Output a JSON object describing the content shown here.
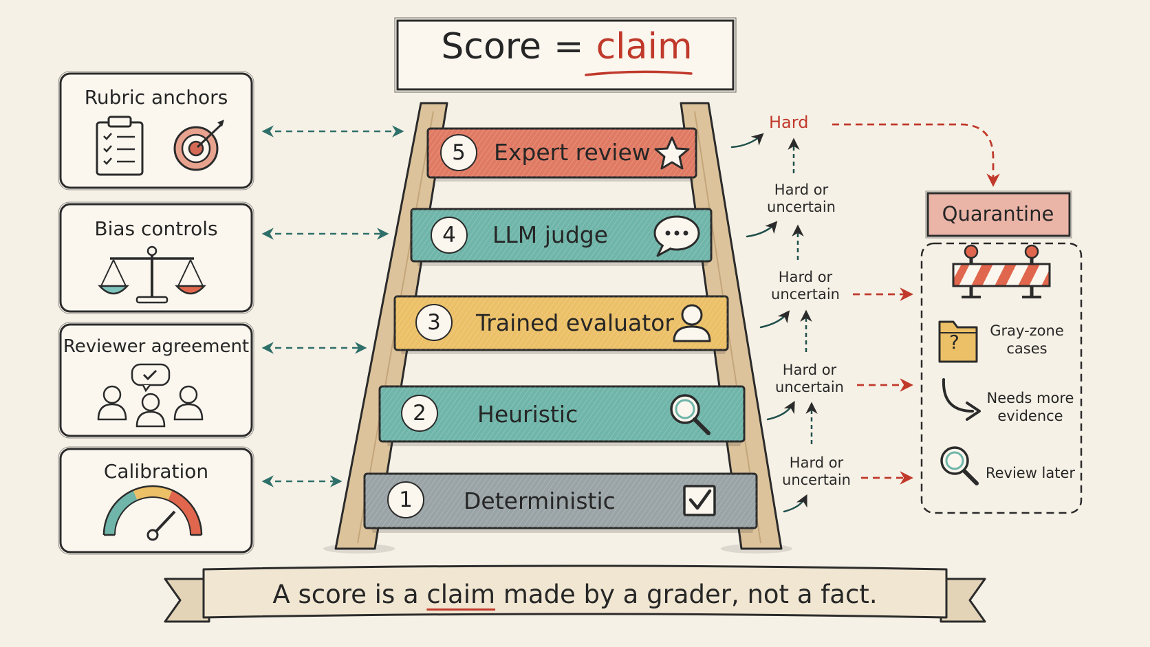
{
  "title": {
    "lhs": "Score",
    "equals": "=",
    "rhs": "claim"
  },
  "left_panel": [
    {
      "title": "Rubric anchors",
      "icons": [
        "clipboard-checklist-icon",
        "target-dart-icon"
      ]
    },
    {
      "title": "Bias controls",
      "icons": [
        "balance-scale-icon"
      ]
    },
    {
      "title": "Reviewer agreement",
      "icons": [
        "reviewers-consensus-icon"
      ]
    },
    {
      "title": "Calibration",
      "icons": [
        "gauge-icon"
      ]
    }
  ],
  "ladder": {
    "rungs": [
      {
        "number": "5",
        "label": "Expert review",
        "icon": "star-icon",
        "color": "#e07a63"
      },
      {
        "number": "4",
        "label": "LLM judge",
        "icon": "speech-bubble-icon",
        "color": "#6fb5a9"
      },
      {
        "number": "3",
        "label": "Trained evaluator",
        "icon": "person-icon",
        "color": "#ecc067"
      },
      {
        "number": "2",
        "label": "Heuristic",
        "icon": "magnifier-icon",
        "color": "#6fb5a9"
      },
      {
        "number": "1",
        "label": "Deterministic",
        "icon": "checkbox-icon",
        "color": "#9aa3a6"
      }
    ]
  },
  "escalation": {
    "top_label": "Hard",
    "step_labels": [
      {
        "line1": "Hard or",
        "line2": "uncertain"
      },
      {
        "line1": "Hard or",
        "line2": "uncertain"
      },
      {
        "line1": "Hard or",
        "line2": "uncertain"
      },
      {
        "line1": "Hard or",
        "line2": "uncertain"
      }
    ]
  },
  "quarantine": {
    "title": "Quarantine",
    "items": [
      {
        "icon": "folder-question-icon",
        "line1": "Gray-zone",
        "line2": "cases"
      },
      {
        "icon": "curved-arrow-icon",
        "line1": "Needs more",
        "line2": "evidence"
      },
      {
        "icon": "magnifier-icon",
        "line1": "Review later",
        "line2": ""
      }
    ]
  },
  "banner": {
    "before": "A score is a",
    "claim": "claim",
    "after": "made by a grader, not a fact."
  },
  "colors": {
    "ink": "#262626",
    "accent_red": "#c0392b",
    "teal_arrow": "#2f6f6a",
    "paper": "#f6f1e6",
    "wood": "#dcc39b"
  }
}
